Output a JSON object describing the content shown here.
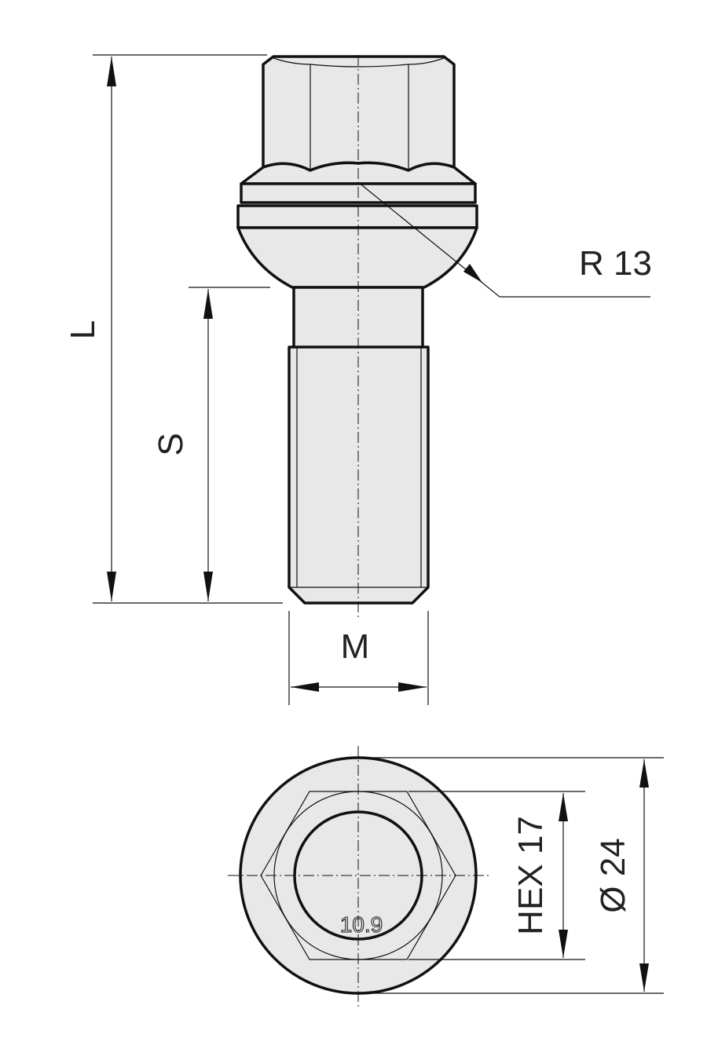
{
  "labels": {
    "length": "L",
    "shank": "S",
    "thread": "M",
    "radius": "R 13",
    "hex": "HEX 17",
    "diameter": "Ø 24",
    "grade": "10.9"
  },
  "colors": {
    "part_fill": "#e8e8e8",
    "line": "#111111"
  }
}
